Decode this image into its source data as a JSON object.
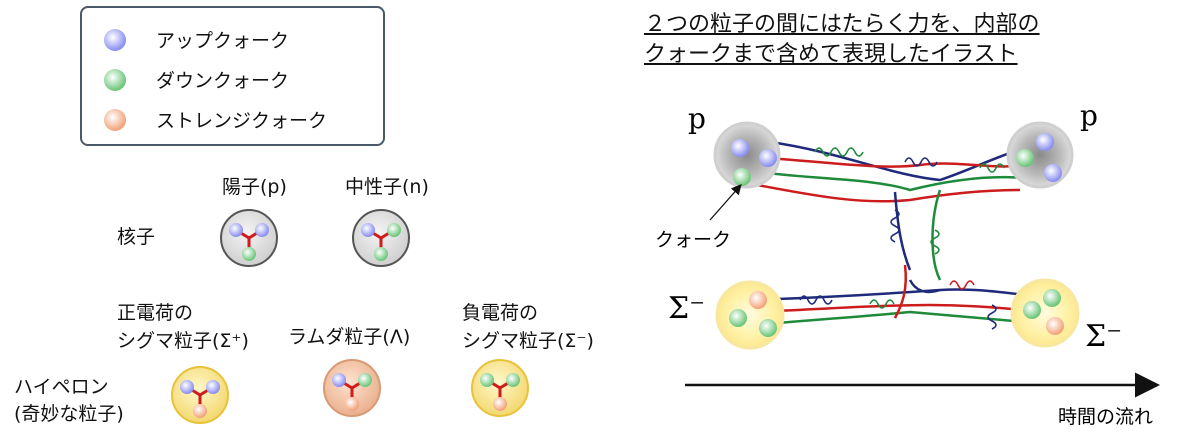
{
  "legend": {
    "items": [
      {
        "label": "アップクォーク",
        "color": "#8a8ff0"
      },
      {
        "label": "ダウンクォーク",
        "color": "#6cc67a"
      },
      {
        "label": "ストレンジクォーク",
        "color": "#f2a37a"
      }
    ]
  },
  "nucleons": {
    "row_label": "核子",
    "proton": "陽子(p)",
    "neutron": "中性子(n)"
  },
  "sigma_plus": {
    "line1": "正電荷の",
    "line2": "シグマ粒子(Σ⁺)"
  },
  "lambda": {
    "label": "ラムダ粒子(Λ)"
  },
  "sigma_minus": {
    "line1": "負電荷の",
    "line2": "シグマ粒子(Σ⁻)"
  },
  "hyperon": {
    "line1": "ハイペロン",
    "line2": "(奇妙な粒子)"
  },
  "title": {
    "line1": "２つの粒子の間にはたらく力を、内部の",
    "line2": "クォークまで含めて表現したイラスト"
  },
  "diagram": {
    "p_left": "p",
    "p_right": "p",
    "sigma_left": "Σ⁻",
    "sigma_right": "Σ⁻",
    "quark_label": "クォーク",
    "time_label": "時間の流れ"
  },
  "colors": {
    "up": "#8a8ff0",
    "down": "#6cc67a",
    "strange": "#f2a37a",
    "gluon_red": "#d01b1b"
  }
}
